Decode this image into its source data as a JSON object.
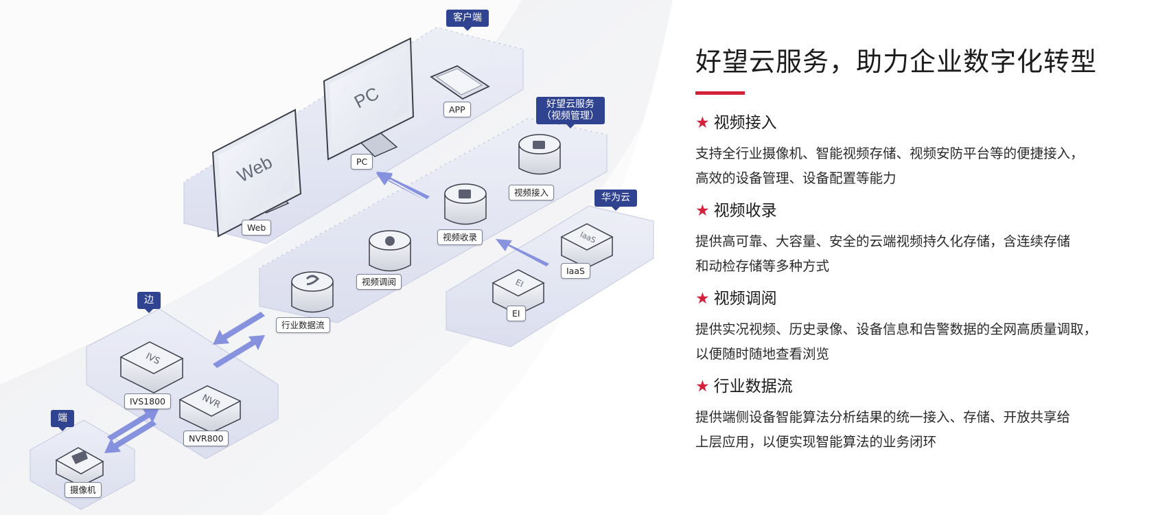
{
  "panel": {
    "title": "好望云服务，助力企业数字化转型",
    "accent_color": "#d3213a",
    "features": [
      {
        "star": "★",
        "title": "视频接入",
        "lines": [
          "支持全行业摄像机、智能视频存储、视频安防平台等的便捷接入，",
          "高效的设备管理、设备配置等能力"
        ]
      },
      {
        "star": "★",
        "title": "视频收录",
        "lines": [
          "提供高可靠、大容量、安全的云端视频持久化存储，含连续存储",
          "和动检存储等多种方式"
        ]
      },
      {
        "star": "★",
        "title": "视频调阅",
        "lines": [
          "提供实况视频、历史录像、设备信息和告警数据的全网高质量调取，",
          "以便随时随地查看浏览"
        ]
      },
      {
        "star": "★",
        "title": "行业数据流",
        "lines": [
          "提供端侧设备智能算法分析结果的统一接入、存储、开放共享给",
          "上层应用，以便实现智能算法的业务闭环"
        ]
      }
    ]
  },
  "diagram": {
    "tags": {
      "client": "客户端",
      "service_line1": "好望云服务",
      "service_line2": "（视频管理）",
      "huawei_cloud": "华为云",
      "edge": "边",
      "end": "端"
    },
    "screens": {
      "web": "Web",
      "pc": "PC"
    },
    "labels": {
      "web": "Web",
      "pc": "PC",
      "app": "APP",
      "video_access": "视频接入",
      "video_record": "视频收录",
      "video_view": "视频调阅",
      "industry_stream": "行业数据流",
      "iaas": "IaaS",
      "ei": "EI",
      "ivs": "IVS1800",
      "nvr": "NVR800",
      "camera": "摄像机"
    },
    "device_marks": {
      "ivs": "IVS",
      "nvr": "NVR",
      "iaas": "IaaS",
      "ei": "EI"
    },
    "colors": {
      "tag": "#2f4391",
      "arrow": "#7b88dc",
      "platform": "#dfe2f1"
    }
  }
}
